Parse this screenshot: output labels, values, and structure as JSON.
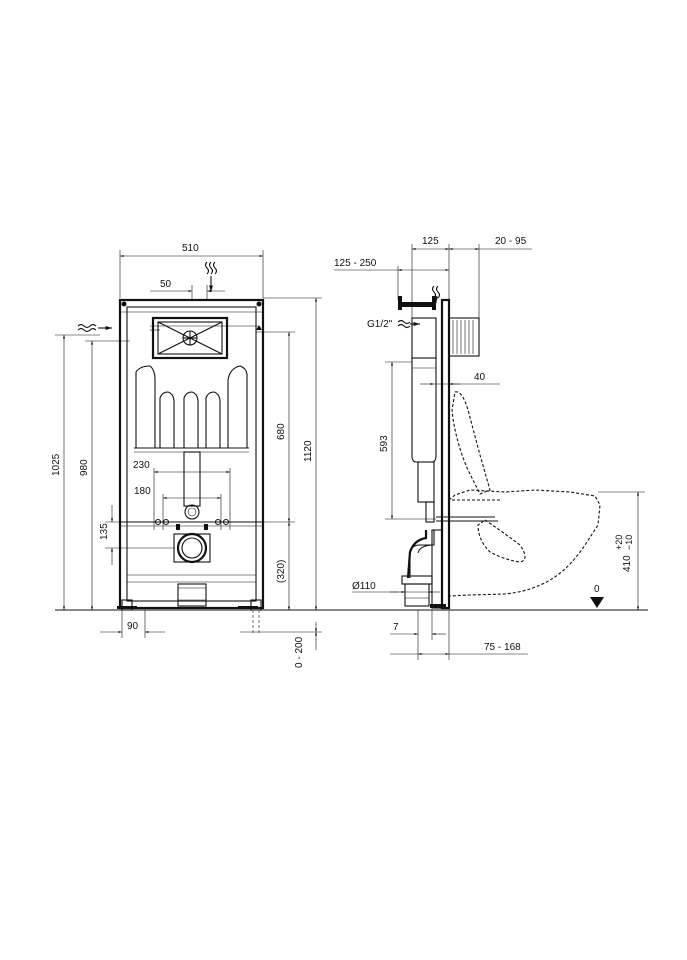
{
  "front": {
    "width": "510",
    "offset_top": "50",
    "height_frame": "1120",
    "height_outer": "1025",
    "height_inner": "980",
    "height_cistern": "680",
    "spacing_230": "230",
    "spacing_180": "180",
    "height_135": "135",
    "height_320": "(320)",
    "foot_90": "90",
    "foot_adjust": "0 - 200"
  },
  "side": {
    "depth_125": "125",
    "depth_20_95": "20 - 95",
    "depth_125_250": "125 - 250",
    "supply": "G1/2\"",
    "depth_40": "40",
    "height_593": "593",
    "diameter": "Ø110",
    "offset_7": "7",
    "range_75_168": "75 - 168",
    "bowl_height": "410",
    "bowl_tol_plus": "+20",
    "bowl_tol_minus": "−10",
    "floor_zero": "0"
  }
}
